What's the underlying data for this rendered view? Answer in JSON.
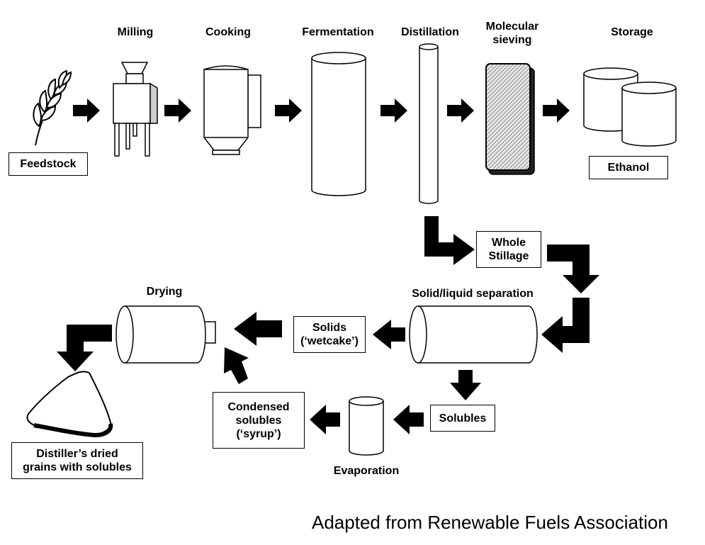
{
  "stages": {
    "milling": "Milling",
    "cooking": "Cooking",
    "fermentation": "Fermentation",
    "distillation": "Distillation",
    "molecular_sieving_1": "Molecular",
    "molecular_sieving_2": "sieving",
    "storage": "Storage",
    "solid_liquid_separation": "Solid/liquid separation",
    "drying": "Drying",
    "evaporation": "Evaporation"
  },
  "boxes": {
    "feedstock": "Feedstock",
    "ethanol": "Ethanol",
    "whole_stillage_1": "Whole",
    "whole_stillage_2": "Stillage",
    "solids_1": "Solids",
    "solids_2": "(‘wetcake’)",
    "solubles": "Solubles",
    "condensed_1": "Condensed",
    "condensed_2": "solubles",
    "condensed_3": "(‘syrup’)",
    "ddgs_1": "Distiller’s dried",
    "ddgs_2": "grains with solubles"
  },
  "credit": "Adapted from Renewable Fuels Association",
  "colors": {
    "ink": "#000000",
    "paper": "#ffffff",
    "hatch": "#7a7a7a",
    "shade": "#d0d0d0"
  }
}
